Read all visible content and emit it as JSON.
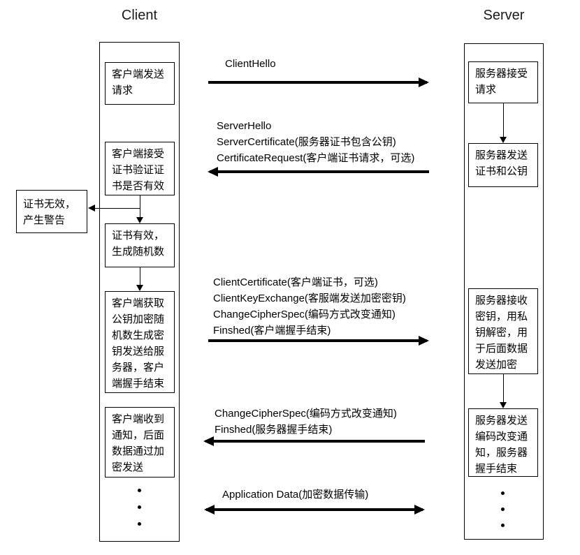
{
  "client": {
    "title": "Client",
    "boxes": [
      "客户端发送请求",
      "客户端接受证书验证证书是否有效",
      "证书有效，生成随机数",
      "客户端获取公钥加密随机数生成密钥发送给服务器，客户端握手结束",
      "客户端收到通知，后面数据通过加密发送"
    ]
  },
  "server": {
    "title": "Server",
    "boxes": [
      "服务器接受请求",
      "服务器发送证书和公钥",
      "服务器接收密钥，用私钥解密，用于后面数据发送加密",
      "服务器发送编码改变通知，服务器握手结束"
    ]
  },
  "warning_box": "证书无效，产生警告",
  "messages": [
    {
      "name": "client-hello",
      "direction": "right",
      "lines": [
        "ClientHello"
      ]
    },
    {
      "name": "server-hello",
      "direction": "left",
      "lines": [
        "ServerHello",
        "ServerCertificate(服务器证书包含公钥)",
        "CertificateRequest(客户端证书请求，可选)"
      ]
    },
    {
      "name": "client-key-exchange",
      "direction": "right",
      "lines": [
        "ClientCertificate(客户端证书，可选)",
        "ClientKeyExchange(客服端发送加密密钥)",
        "ChangeCipherSpec(编码方式改变通知)",
        "Finshed(客户端握手结束)"
      ]
    },
    {
      "name": "server-finished",
      "direction": "left",
      "lines": [
        "ChangeCipherSpec(编码方式改变通知)",
        "Finshed(服务器握手结束)"
      ]
    },
    {
      "name": "application-data",
      "direction": "both",
      "lines": [
        "Application Data(加密数据传输)"
      ]
    }
  ],
  "colors": {
    "line": "#000000",
    "background": "#ffffff",
    "text": "#000000"
  }
}
